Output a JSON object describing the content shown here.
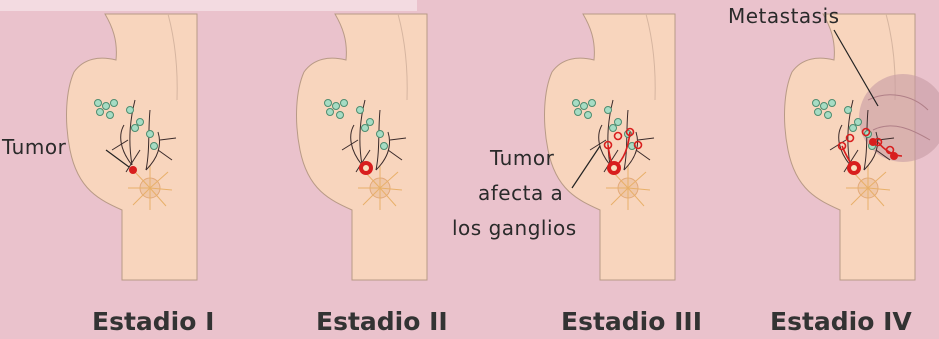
{
  "stages": [
    {
      "title": "Estadio I"
    },
    {
      "title": "Estadio II"
    },
    {
      "title": "Estadio III"
    },
    {
      "title": "Estadio IV"
    }
  ],
  "annotations": {
    "tumor": "Tumor",
    "affects_line1": "Tumor",
    "affects_line2": "afecta a",
    "affects_line3": "los ganglios",
    "metastasis": "Metastasis"
  },
  "colors": {
    "background": "#eac2cc",
    "skin": "#f8d5bd",
    "outline": "#b89a86",
    "node": "#a6dcc4",
    "tumor": "#d81e1e",
    "vessels": "#3a2a2a"
  }
}
